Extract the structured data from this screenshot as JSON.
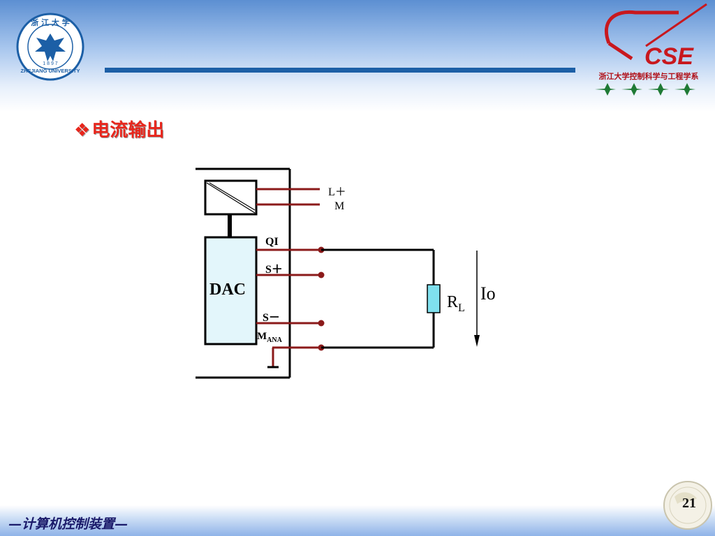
{
  "header": {
    "university_seal": {
      "name_cn": "浙江大学",
      "name_en": "ZHEJIANG UNIVERSITY",
      "year": "1897",
      "color": "#1c5fa6"
    },
    "cse_logo": {
      "mark": "CSE",
      "subtitle": "浙江大学控制科学与工程学系",
      "color": "#c8181e"
    }
  },
  "slide": {
    "title_bullet": "❖",
    "title": "电流输出",
    "title_color": "#e8261c"
  },
  "diagram": {
    "dac_label": "DAC",
    "supply_plus": "L＋",
    "supply_minus": "M",
    "pin_qi": "QI",
    "pin_s_plus": "S＋",
    "pin_s_minus": "S－",
    "pin_mana_main": "M",
    "pin_mana_sub": "ANA",
    "load_main": "R",
    "load_sub": "L",
    "current_label": "Io",
    "wire_color": "#8b1a1a",
    "resistor_color": "#7fe0ee"
  },
  "footer": {
    "course_title": "—计算机控制装置—",
    "page_number": "21"
  }
}
